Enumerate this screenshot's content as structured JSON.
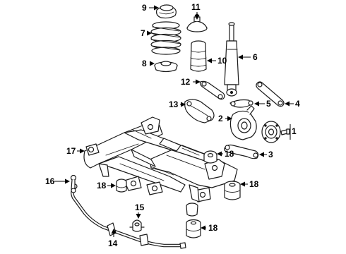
{
  "diagram": {
    "callouts": [
      {
        "id": "c1",
        "label": "1"
      },
      {
        "id": "c2",
        "label": "2"
      },
      {
        "id": "c3",
        "label": "3"
      },
      {
        "id": "c4",
        "label": "4"
      },
      {
        "id": "c5",
        "label": "5"
      },
      {
        "id": "c6",
        "label": "6"
      },
      {
        "id": "c7",
        "label": "7"
      },
      {
        "id": "c8",
        "label": "8"
      },
      {
        "id": "c9",
        "label": "9"
      },
      {
        "id": "c10",
        "label": "10"
      },
      {
        "id": "c11",
        "label": "11"
      },
      {
        "id": "c12",
        "label": "12"
      },
      {
        "id": "c13",
        "label": "13"
      },
      {
        "id": "c14",
        "label": "14"
      },
      {
        "id": "c15",
        "label": "15"
      },
      {
        "id": "c16",
        "label": "16"
      },
      {
        "id": "c17",
        "label": "17"
      },
      {
        "id": "c18a",
        "label": "18"
      },
      {
        "id": "c18b",
        "label": "18"
      },
      {
        "id": "c18c",
        "label": "18"
      },
      {
        "id": "c18d",
        "label": "18"
      }
    ]
  }
}
